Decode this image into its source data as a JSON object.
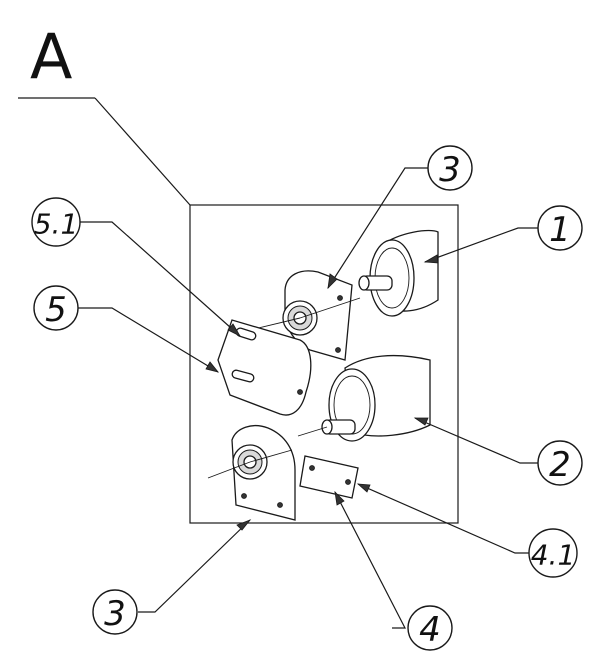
{
  "view_label": "A",
  "callouts": [
    {
      "id": "3-top",
      "text": "3"
    },
    {
      "id": "1",
      "text": "1"
    },
    {
      "id": "5.1",
      "text": "5.1"
    },
    {
      "id": "5",
      "text": "5"
    },
    {
      "id": "2",
      "text": "2"
    },
    {
      "id": "4.1",
      "text": "4.1"
    },
    {
      "id": "3-bottom",
      "text": "3"
    },
    {
      "id": "4",
      "text": "4"
    }
  ]
}
